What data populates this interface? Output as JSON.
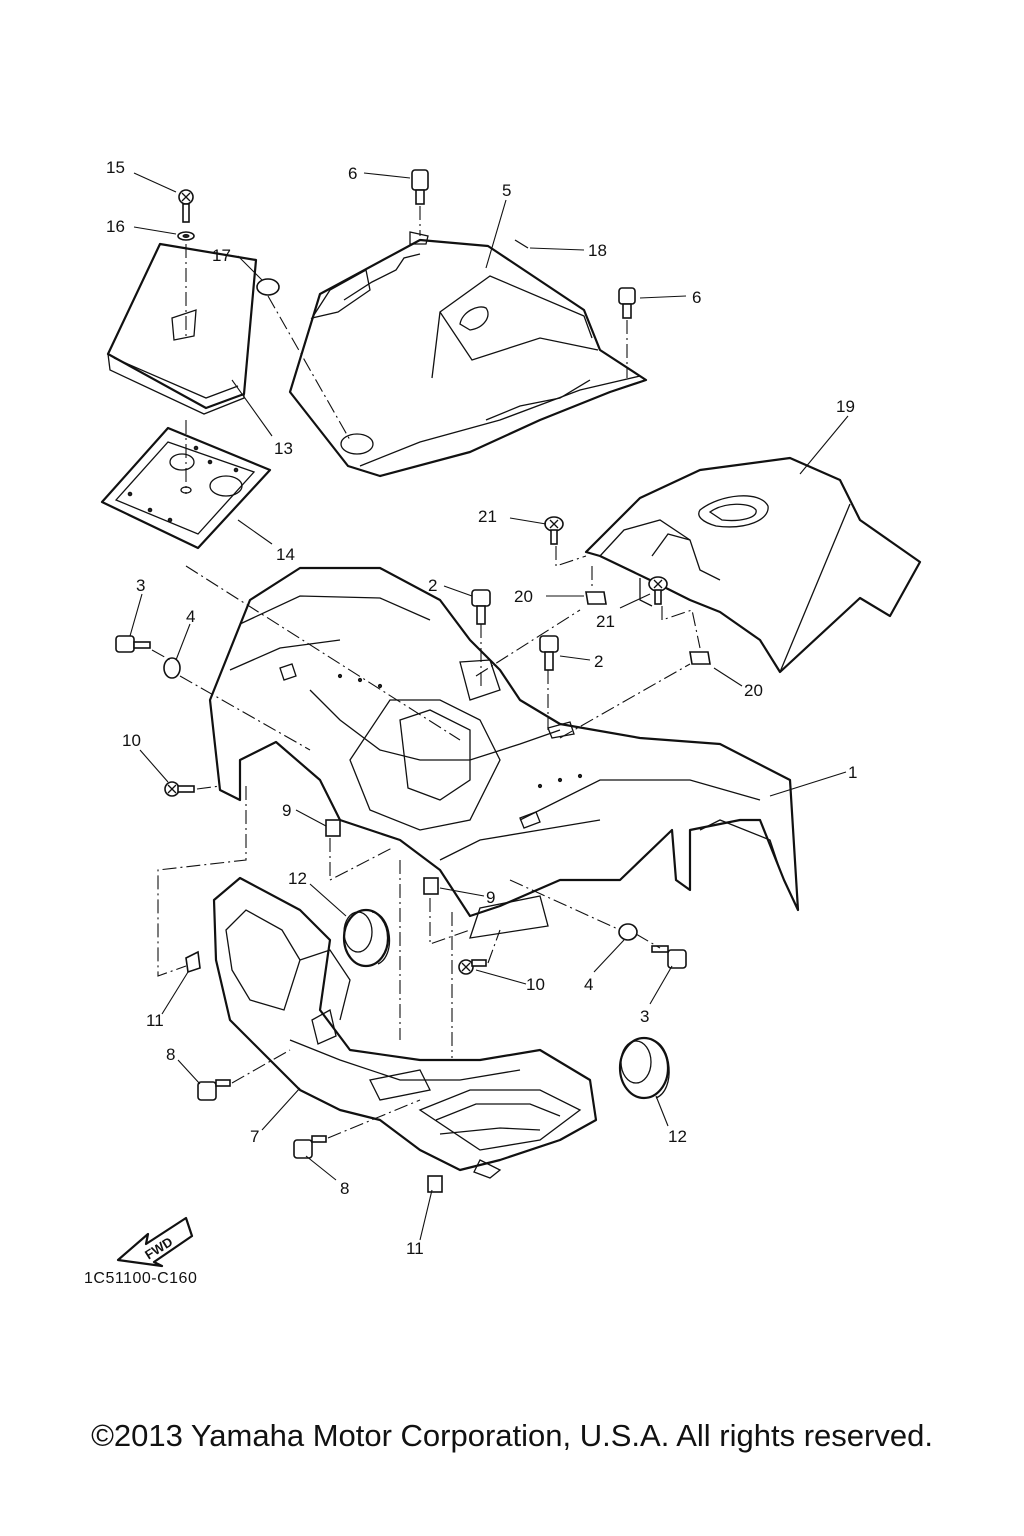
{
  "diagram": {
    "code": "1C51100-C160",
    "copyright": "©2013 Yamaha Motor Corporation, U.S.A. All rights reserved.",
    "fwd_label": "FWD",
    "callouts": [
      {
        "id": "c15",
        "label": "15"
      },
      {
        "id": "c16",
        "label": "16"
      },
      {
        "id": "c17",
        "label": "17"
      },
      {
        "id": "c13",
        "label": "13"
      },
      {
        "id": "c14",
        "label": "14"
      },
      {
        "id": "c6a",
        "label": "6"
      },
      {
        "id": "c5",
        "label": "5"
      },
      {
        "id": "c18",
        "label": "18"
      },
      {
        "id": "c6b",
        "label": "6"
      },
      {
        "id": "c19",
        "label": "19"
      },
      {
        "id": "c21a",
        "label": "21"
      },
      {
        "id": "c2a",
        "label": "2"
      },
      {
        "id": "c20a",
        "label": "20"
      },
      {
        "id": "c21b",
        "label": "21"
      },
      {
        "id": "c2b",
        "label": "2"
      },
      {
        "id": "c20b",
        "label": "20"
      },
      {
        "id": "c3a",
        "label": "3"
      },
      {
        "id": "c4a",
        "label": "4"
      },
      {
        "id": "c10a",
        "label": "10"
      },
      {
        "id": "c1",
        "label": "1"
      },
      {
        "id": "c9a",
        "label": "9"
      },
      {
        "id": "c9b",
        "label": "9"
      },
      {
        "id": "c12a",
        "label": "12"
      },
      {
        "id": "c11a",
        "label": "11"
      },
      {
        "id": "c10b",
        "label": "10"
      },
      {
        "id": "c4b",
        "label": "4"
      },
      {
        "id": "c3b",
        "label": "3"
      },
      {
        "id": "c8a",
        "label": "8"
      },
      {
        "id": "c7",
        "label": "7"
      },
      {
        "id": "c8b",
        "label": "8"
      },
      {
        "id": "c12b",
        "label": "12"
      },
      {
        "id": "c11b",
        "label": "11"
      }
    ]
  }
}
